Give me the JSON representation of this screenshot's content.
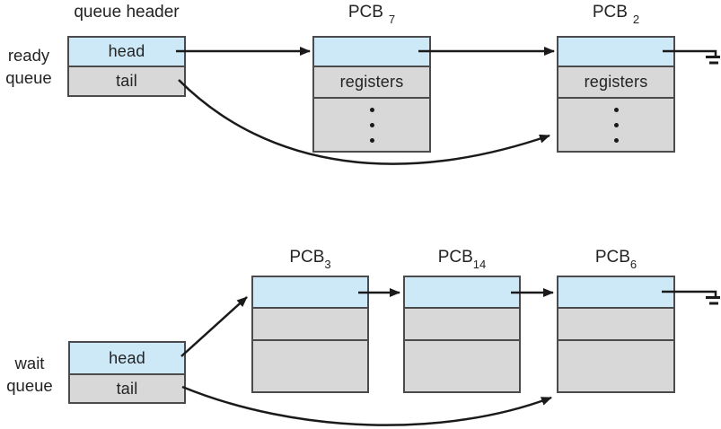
{
  "colors": {
    "cell_blue": "#cde9f8",
    "cell_gray": "#d8d8d8",
    "box_border": "#4b4b4d",
    "arrow_black": "#1a1a1a",
    "text": "#232323",
    "background": "#ffffff"
  },
  "ready_queue": {
    "side_label_line1": "ready",
    "side_label_line2": "queue",
    "header_title": "queue header",
    "head_cell": "head",
    "tail_cell": "tail",
    "pcb7": {
      "name": "PCB",
      "subscript": "7",
      "row1": "registers"
    },
    "pcb2": {
      "name": "PCB",
      "subscript": "2",
      "row1": "registers"
    },
    "edges": [
      "head -> PCB 7",
      "PCB 7 -> PCB 2",
      "PCB 2 -> null (ground symbol)",
      "tail -> PCB 2"
    ]
  },
  "wait_queue": {
    "side_label_line1": "wait",
    "side_label_line2": "queue",
    "head_cell": "head",
    "tail_cell": "tail",
    "pcb3": {
      "name": "PCB",
      "subscript": "3"
    },
    "pcb14": {
      "name": "PCB",
      "subscript": "14"
    },
    "pcb6": {
      "name": "PCB",
      "subscript": "6"
    },
    "edges": [
      "head -> PCB 3",
      "PCB 3 -> PCB 14",
      "PCB 14 -> PCB 6",
      "PCB 6 -> null (ground symbol)",
      "tail -> PCB 6"
    ]
  }
}
